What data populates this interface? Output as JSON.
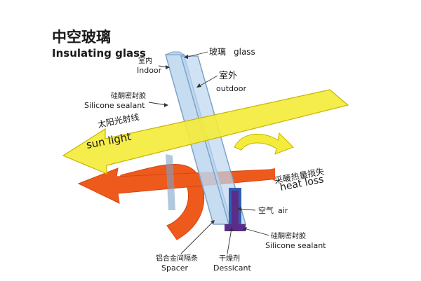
{
  "title": {
    "zh": "中空玻璃",
    "en": "Insulating glass"
  },
  "labels": {
    "indoor_zh": "室内",
    "indoor_en": "Indoor",
    "glass_zh": "玻璃",
    "glass_en": "glass",
    "outdoor_zh": "室外",
    "outdoor_en": "outdoor",
    "sealant_top_zh": "硅酮密封胶",
    "sealant_top_en": "Silicone sealant",
    "sunlight_zh": "太阳光射线",
    "sunlight_en": "sun light",
    "heatloss_zh": "采暖热量损失",
    "heatloss_en": "heat loss",
    "air_zh": "空气",
    "air_en": "air",
    "sealant_bottom_zh": "硅酮密封胶",
    "sealant_bottom_en": "Silicone sealant",
    "spacer_zh": "铝合金间隔条",
    "spacer_en": "Spacer",
    "desiccant_zh": "干燥剂",
    "desiccant_en": "Dessicant"
  },
  "colors": {
    "sunlight_arrow": "#f3ec3c",
    "sunlight_outline": "#c9b400",
    "heat_arrow": "#ee5a1c",
    "heat_arrow_dark": "#d84410",
    "glass_fill": "#bcd6ef",
    "glass_edge": "#7da3c8",
    "spacer": "#2f5fb0",
    "desiccant": "#5a2d8a",
    "leader_line": "#333333"
  }
}
